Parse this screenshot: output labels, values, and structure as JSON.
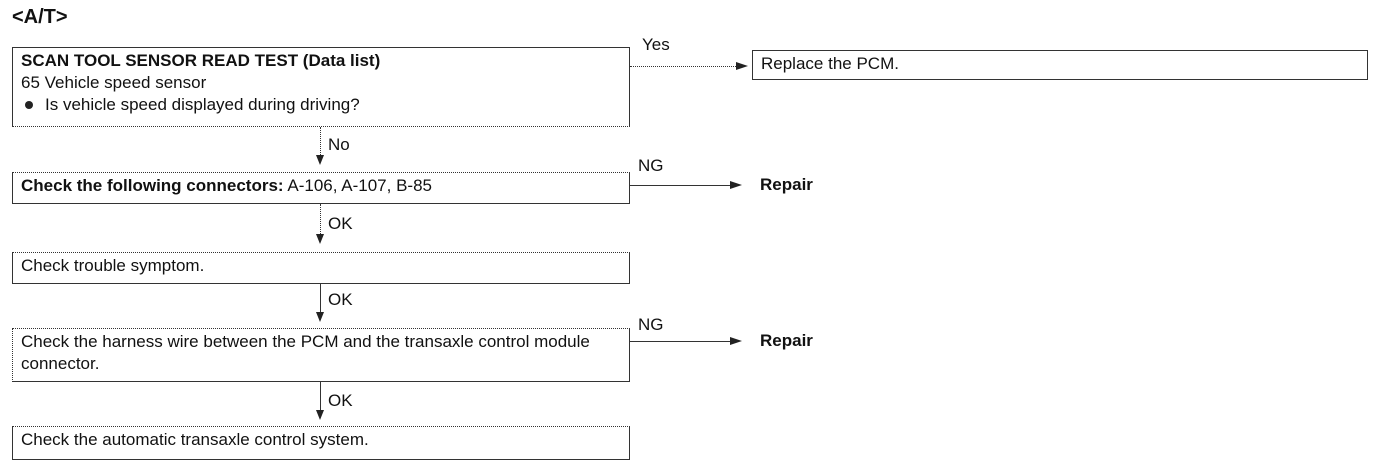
{
  "header": {
    "title": "<A/T>"
  },
  "steps": {
    "s1": {
      "title": "SCAN TOOL SENSOR READ TEST (Data list)",
      "line2": "65 Vehicle speed sensor",
      "bullet": "Is vehicle speed displayed during driving?"
    },
    "s2": {
      "bold": "Check the following connectors:",
      "rest": "A-106, A-107, B-85"
    },
    "s3": {
      "text": "Check trouble symptom."
    },
    "s4": {
      "text": "Check the harness wire between the PCM and the transaxle control module connector."
    },
    "s5": {
      "text": "Check the automatic transaxle control system."
    }
  },
  "outcomes": {
    "replace_pcm": "Replace the PCM.",
    "repair": "Repair"
  },
  "labels": {
    "yes": "Yes",
    "no": "No",
    "ok": "OK",
    "ng": "NG"
  }
}
